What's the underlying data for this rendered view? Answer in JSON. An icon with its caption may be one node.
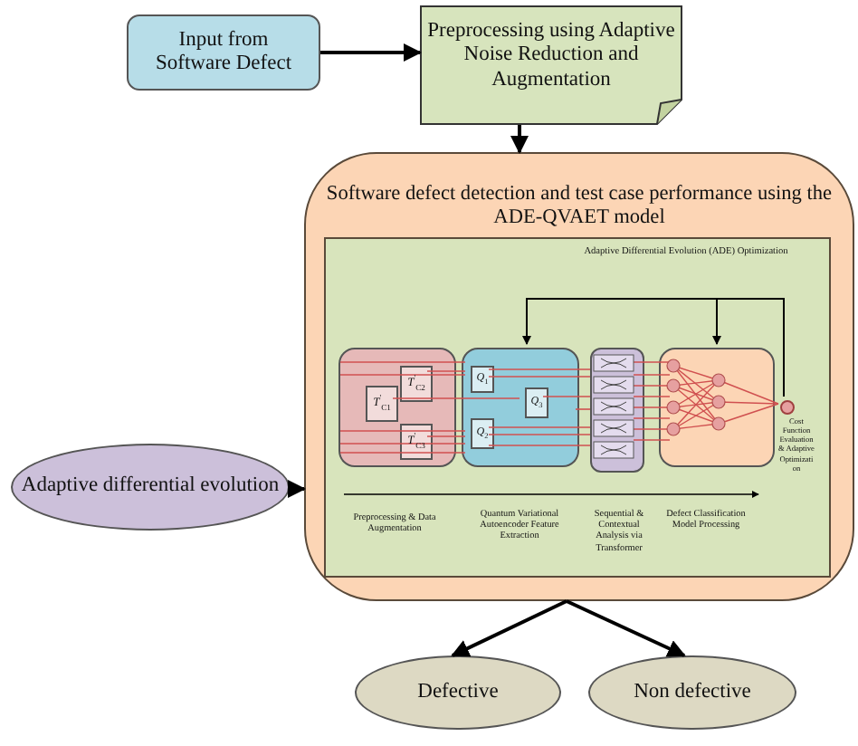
{
  "diagram": {
    "nodes": [
      {
        "text": [
          "Input from Software Defect"
        ]
      },
      {
        "text": [
          "Preprocessing using Adaptive Noise Reduction and Augmentation"
        ]
      },
      {
        "text": [
          "Software defect detection and test case performance using the ADE-QVAET model"
        ]
      },
      {
        "text": [
          "Adaptive Differential Evolution (ADE) Optimization"
        ],
        "in": 2
      },
      {
        "text": [],
        "shape": "box",
        "in": 3
      },
      {
        "text": [
          "*T*$^{'}$$_{C1}$"
        ],
        "in": 4
      },
      {
        "text": [
          "*T*$^{'}$$_{C2}$"
        ],
        "in": 4
      },
      {
        "text": [
          "*T*$^{'}$$_{C3}$"
        ],
        "in": 4
      },
      {
        "text": [],
        "shape": "box",
        "in": 3
      },
      {
        "text": [
          "*Q*$_{1}$"
        ],
        "in": 8
      },
      {
        "text": [
          "*Q*$_{3}$"
        ],
        "in": 8
      },
      {
        "text": [
          "*Q*$_{2}$"
        ],
        "in": 8
      },
      {
        "text": [],
        "shape": "box",
        "in": 3
      },
      {
        "text": [],
        "shape": "box",
        "in": 3
      },
      {
        "text": [],
        "shape": "circle",
        "in": 3,
        "beside": [
          "Cost Function Evaluation & Adaptive Optimizati on"
        ]
      },
      {
        "text": [
          "Adaptive differential evolution"
        ]
      },
      {
        "text": [
          "Defective"
        ]
      },
      {
        "text": [
          "Non defective"
        ]
      }
    ],
    "edges": [
      {
        "from": 0,
        "to": 1,
        "arrow": "to"
      },
      {
        "from": 1,
        "to": 2,
        "arrow": "to"
      },
      {
        "from": 15,
        "to": 2,
        "arrow": "to"
      },
      {
        "from": 2,
        "to": 16,
        "arrow": "to"
      },
      {
        "from": 2,
        "to": 17,
        "arrow": "to"
      },
      {
        "from": 14,
        "to": 8,
        "arrow": "to"
      },
      {
        "from": 14,
        "to": 13,
        "arrow": "to"
      }
    ],
    "labels": [
      "Preprocessing & Data Augmentation",
      "Quantum Variational Autoencoder Feature Extraction",
      "Sequential & Contextual Analysis via Transformer",
      "Defect Classification Model Processing"
    ]
  }
}
